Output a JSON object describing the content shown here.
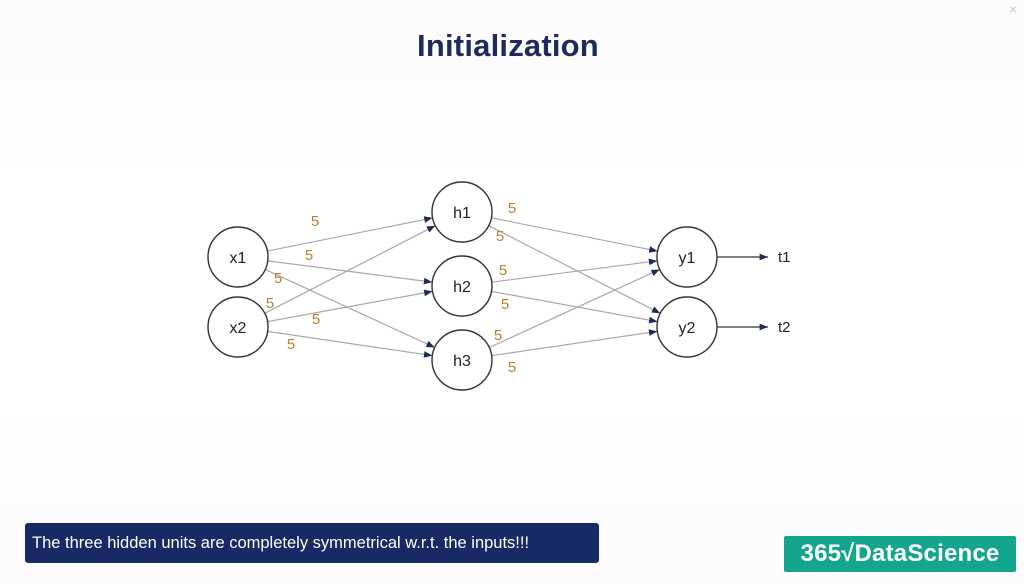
{
  "slide": {
    "title": "Initialization",
    "caption": "The three hidden units are completely symmetrical w.r.t. the inputs!!!",
    "logo_text": "365√DataScience"
  },
  "network": {
    "nodes": [
      {
        "id": "x1",
        "label": "x1",
        "layer": "input"
      },
      {
        "id": "x2",
        "label": "x2",
        "layer": "input"
      },
      {
        "id": "h1",
        "label": "h1",
        "layer": "hidden"
      },
      {
        "id": "h2",
        "label": "h2",
        "layer": "hidden"
      },
      {
        "id": "h3",
        "label": "h3",
        "layer": "hidden"
      },
      {
        "id": "y1",
        "label": "y1",
        "layer": "output"
      },
      {
        "id": "y2",
        "label": "y2",
        "layer": "output"
      }
    ],
    "targets": [
      {
        "id": "t1",
        "label": "t1",
        "from": "y1"
      },
      {
        "id": "t2",
        "label": "t2",
        "from": "y2"
      }
    ],
    "edges": [
      {
        "from": "x1",
        "to": "h1"
      },
      {
        "from": "x1",
        "to": "h2"
      },
      {
        "from": "x1",
        "to": "h3"
      },
      {
        "from": "x2",
        "to": "h1"
      },
      {
        "from": "x2",
        "to": "h2"
      },
      {
        "from": "x2",
        "to": "h3"
      },
      {
        "from": "h1",
        "to": "y1"
      },
      {
        "from": "h1",
        "to": "y2"
      },
      {
        "from": "h2",
        "to": "y1"
      },
      {
        "from": "h2",
        "to": "y2"
      },
      {
        "from": "h3",
        "to": "y1"
      },
      {
        "from": "h3",
        "to": "y2"
      }
    ],
    "weight_labels": [
      "5",
      "5",
      "5",
      "5",
      "5",
      "5",
      "5",
      "5",
      "5",
      "5",
      "5",
      "5"
    ]
  },
  "colors": {
    "title": "#1d2a5b",
    "weight": "#b8802e",
    "edge": "#a8a8a8",
    "node_stroke": "#333333",
    "caption_bg": "#172a66",
    "logo_bg": "#14a68c"
  }
}
